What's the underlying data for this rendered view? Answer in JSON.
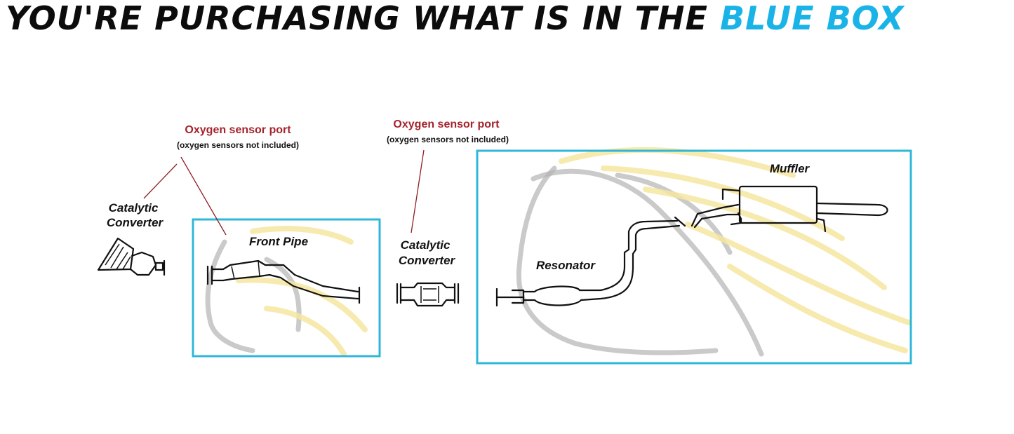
{
  "headline": {
    "prefix": "YOU'RE PURCHASING WHAT IS IN THE ",
    "highlight": "BLUE BOX",
    "prefix_color": "#0c0c0c",
    "highlight_color": "#1ab3e8"
  },
  "diagram": {
    "box_color": "#2fb7d9",
    "callouts": [
      {
        "title": "Oxygen sensor port",
        "note": "(oxygen sensors not included)"
      },
      {
        "title": "Oxygen sensor port",
        "note": "(oxygen sensors not included)"
      }
    ],
    "callout_color": "#a5232b",
    "parts": {
      "cat1_line1": "Catalytic",
      "cat1_line2": "Converter",
      "front_pipe": "Front Pipe",
      "cat2_line1": "Catalytic",
      "cat2_line2": "Converter",
      "resonator": "Resonator",
      "muffler": "Muffler"
    }
  }
}
